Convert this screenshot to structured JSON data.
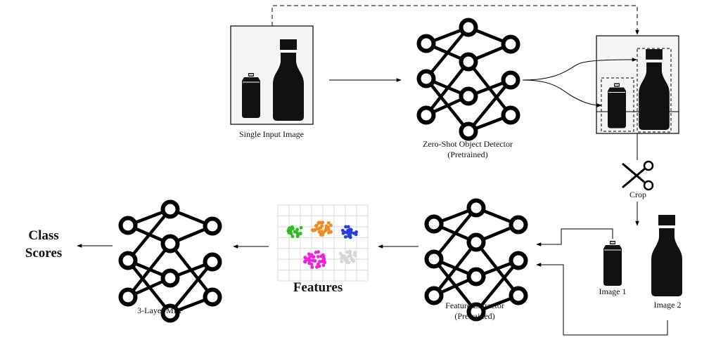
{
  "labels": {
    "single_input": "Single Input Image",
    "detector_line1": "Zero-Shot Object Detector",
    "detector_line2": "(Pretrained)",
    "crop": "Crop",
    "image1": "Image 1",
    "image2": "Image 2",
    "extractor_line1": "Feature Extractor",
    "extractor_line2": "(Pretrained)",
    "features": "Features",
    "mlp": "3-Layer MLP",
    "class_scores_line1": "Class",
    "class_scores_line2": "Scores"
  },
  "colors": {
    "stroke": "#000000",
    "object_fill": "#111111",
    "panel_bg": "#f5f5f5",
    "cluster_green": "#33bb22",
    "cluster_orange": "#f28a1e",
    "cluster_blue": "#2a3fe0",
    "cluster_magenta": "#ee22dd",
    "cluster_gray": "#d6d6d6"
  },
  "icons": [
    "neural-network-icon",
    "scissors-icon",
    "soda-can-icon",
    "bottle-icon",
    "scatter-clusters-icon"
  ]
}
